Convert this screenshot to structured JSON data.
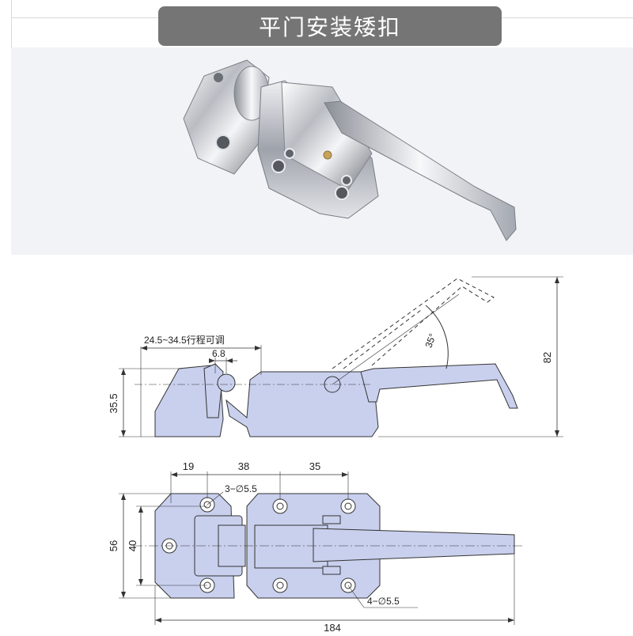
{
  "title": "平门安装矮扣",
  "dimensions": {
    "side_view": {
      "adjust_range": "24.5~34.5行程可调",
      "offset": "6.8",
      "height": "35.5",
      "angle": "35°",
      "total_height": "82"
    },
    "top_view": {
      "spacing_1": "19",
      "spacing_2": "38",
      "spacing_3": "35",
      "holes_3": "3−∅5.5",
      "holes_4": "4−∅5.5",
      "height_outer": "56",
      "height_inner": "40",
      "length": "184"
    }
  },
  "colors": {
    "title_bg": "#757575",
    "part_fill": "#c9d0ee",
    "photo_bg": "#f1f3f6"
  }
}
